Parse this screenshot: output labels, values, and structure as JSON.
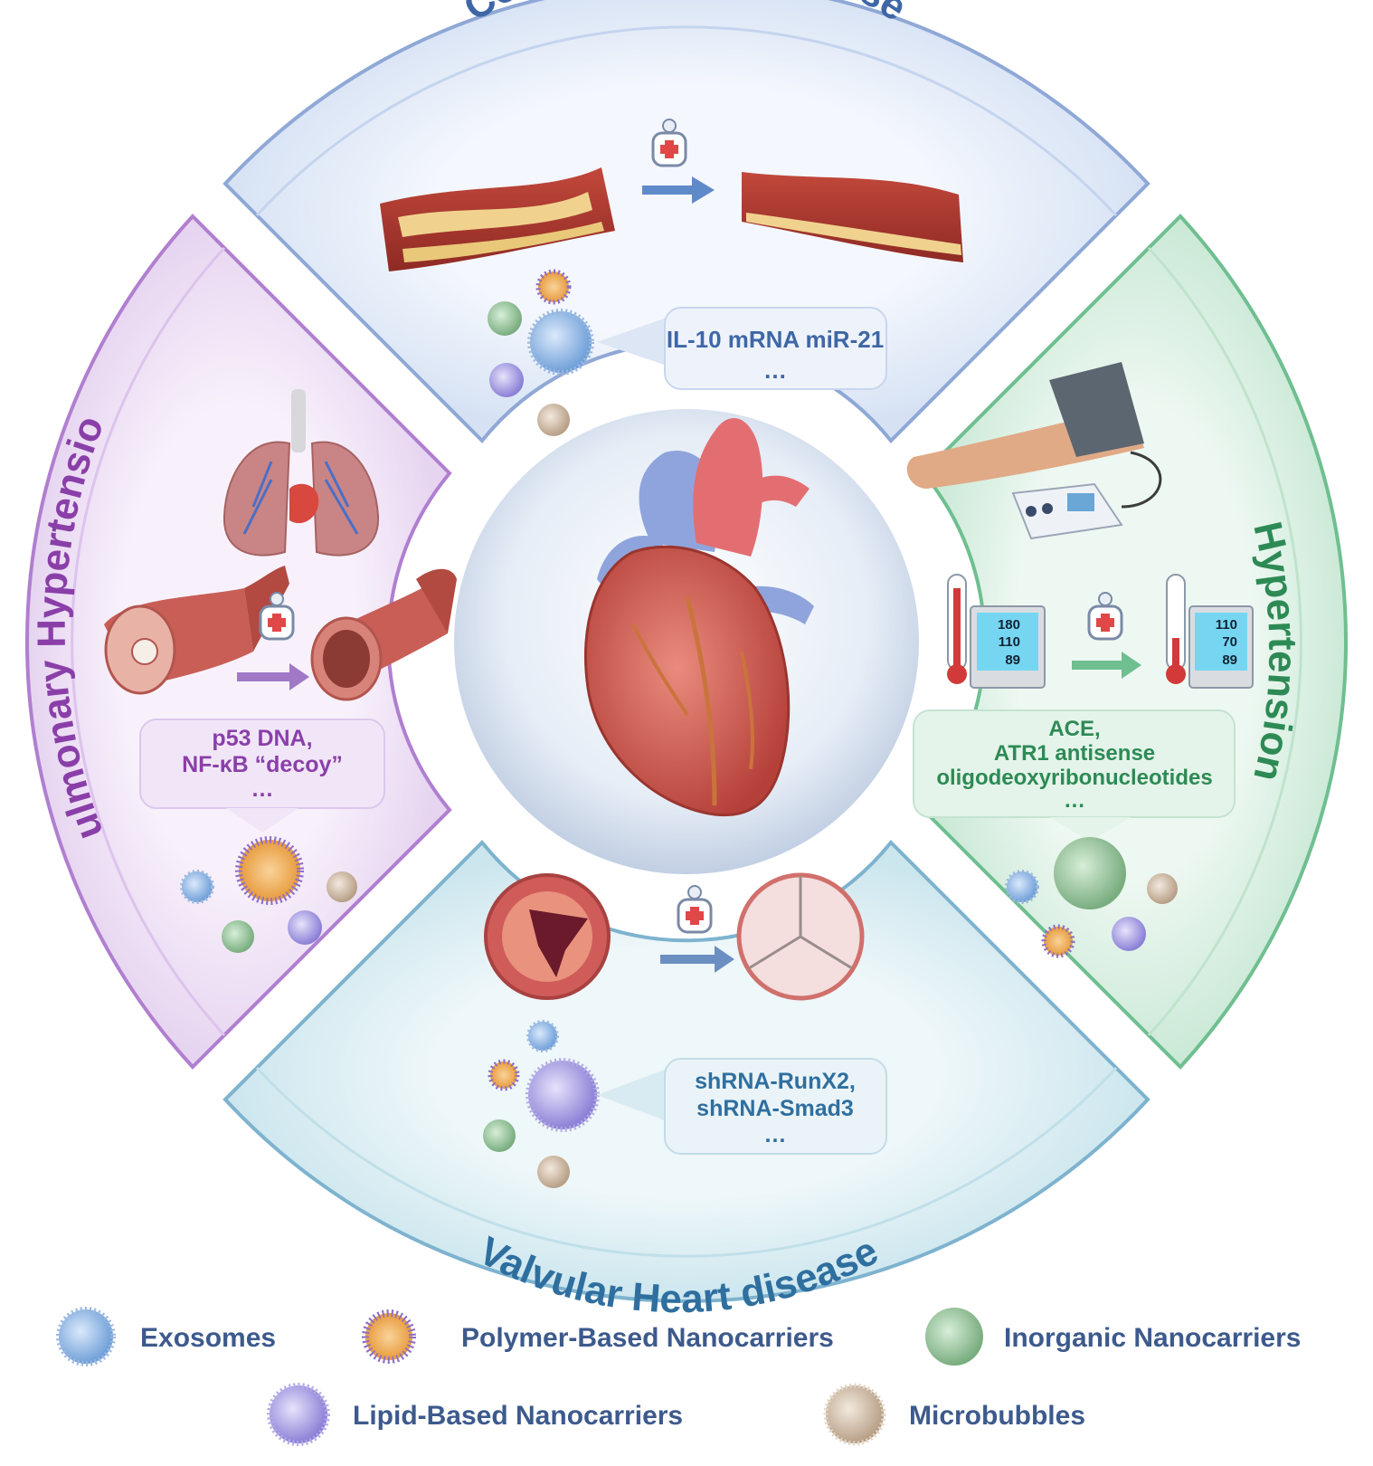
{
  "quadrants": {
    "coronary": {
      "title": "Coronary Heart disease",
      "genes": [
        "IL-10 mRNA miR-21",
        "…"
      ]
    },
    "hypertension": {
      "title": "Hypertension",
      "genes": [
        "ACE,",
        "ATR1 antisense",
        "oligodeoxyribonucleotides",
        "…"
      ],
      "monitor_before": {
        "sys": "180",
        "dia": "110",
        "pulse": "89"
      },
      "monitor_after": {
        "sys": "110",
        "dia": "70",
        "pulse": "89"
      }
    },
    "valvular": {
      "title": "Valvular Heart disease",
      "genes": [
        "shRNA-RunX2,",
        "shRNA-Smad3",
        "…"
      ]
    },
    "pulmonary": {
      "title": "Pulmonary Hypertension",
      "genes": [
        "p53 DNA,",
        "NF-κB “decoy”",
        "…"
      ]
    }
  },
  "legend": [
    {
      "label": "Exosomes",
      "icon": "exosome-icon"
    },
    {
      "label": "Polymer-Based Nanocarriers",
      "icon": "polymer-nanocarrier-icon"
    },
    {
      "label": "Inorganic Nanocarriers",
      "icon": "inorganic-nanocarrier-icon"
    },
    {
      "label": "Lipid-Based Nanocarriers",
      "icon": "lipid-nanocarrier-icon"
    },
    {
      "label": "Microbubbles",
      "icon": "microbubble-icon"
    }
  ],
  "colors": {
    "coronary": "#3f67a6",
    "hypertension": "#2e8a55",
    "valvular": "#2f6f9f",
    "pulmonary": "#8a3fa8",
    "legend_text": "#3d5a8c"
  }
}
